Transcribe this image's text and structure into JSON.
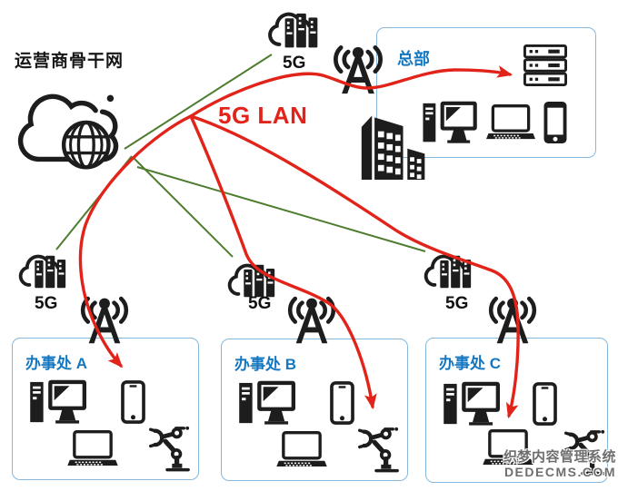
{
  "backbone": {
    "label": "运营商骨干网"
  },
  "lan_label": "5G LAN",
  "hq": {
    "title": "总部"
  },
  "offices": [
    {
      "title": "办事处 A"
    },
    {
      "title": "办事处 B"
    },
    {
      "title": "办事处 C"
    }
  ],
  "access_clouds": {
    "top": "5G",
    "a": "5G",
    "b": "5G",
    "c": "5G"
  },
  "links": {
    "green_meaning": "backbone-to-5G-cloud",
    "red_meaning": "5G LAN path",
    "red_targets": [
      "hq-server-rack",
      "office-a-phone",
      "office-b-robot-arm",
      "office-c-laptop"
    ]
  },
  "watermark": {
    "line1": "织梦内容管理系统",
    "line2": "DEDECMS.COM"
  },
  "colors": {
    "red": "#e2231a",
    "green": "#4f7d2f",
    "label_blue": "#1577c0",
    "box_border": "#85b8dd",
    "icon": "#1d1d1d"
  }
}
